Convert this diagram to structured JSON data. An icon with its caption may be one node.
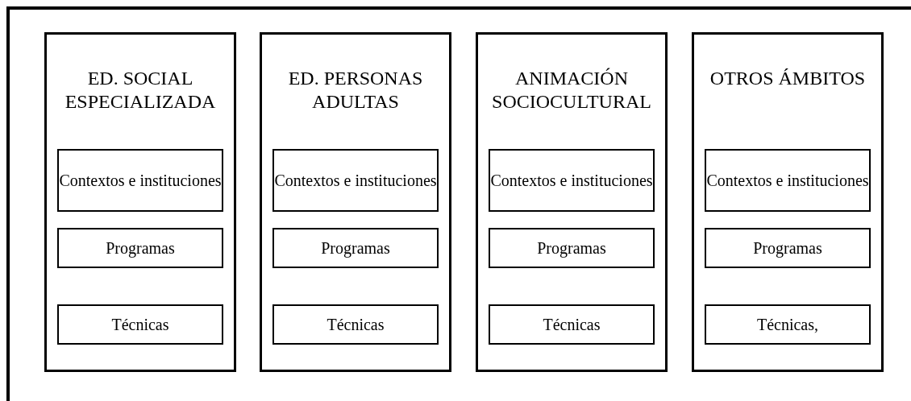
{
  "diagram": {
    "nodes": [
      {
        "text": [
          "ED. SOCIAL ESPECIALIZADA"
        ]
      },
      {
        "text": [
          "Contextos e instituciones"
        ],
        "in": 0
      },
      {
        "text": [
          "Programas"
        ],
        "in": 0
      },
      {
        "text": [
          "Técnicas"
        ],
        "in": 0
      },
      {
        "text": [
          "ED. PERSONAS ADULTAS"
        ]
      },
      {
        "text": [
          "Contextos e instituciones"
        ],
        "in": 4
      },
      {
        "text": [
          "Programas"
        ],
        "in": 4
      },
      {
        "text": [
          "Técnicas"
        ],
        "in": 4
      },
      {
        "text": [
          "ANIMACIÓN SOCIOCULTURAL"
        ]
      },
      {
        "text": [
          "Contextos e instituciones"
        ],
        "in": 8
      },
      {
        "text": [
          "Programas"
        ],
        "in": 8
      },
      {
        "text": [
          "Técnicas"
        ],
        "in": 8
      },
      {
        "text": [
          "OTROS ÁMBITOS"
        ]
      },
      {
        "text": [
          "Contextos e instituciones"
        ],
        "in": 12
      },
      {
        "text": [
          "Programas"
        ],
        "in": 12
      },
      {
        "text": [
          "Técnicas,"
        ],
        "in": 12
      }
    ],
    "edges": []
  }
}
